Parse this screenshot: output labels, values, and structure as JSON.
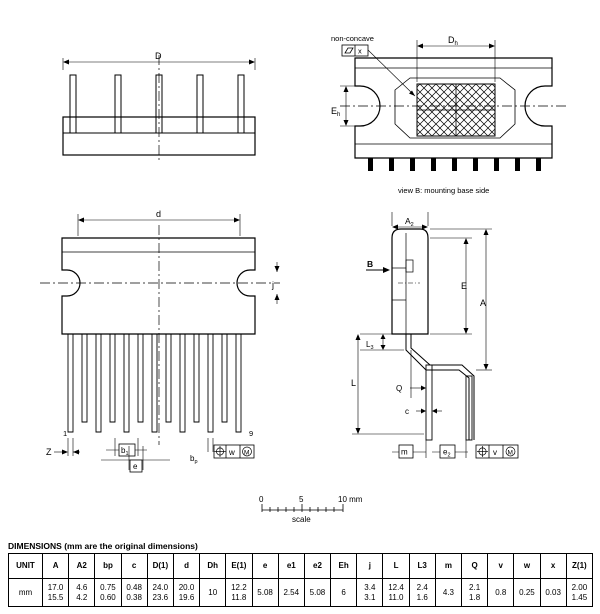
{
  "labels": {
    "D": "D",
    "Dh": "D",
    "Dh_sub": "h",
    "Eh": "E",
    "Eh_sub": "h",
    "non_concave": "non-concave",
    "x": "x",
    "view_b": "view B: mounting base side",
    "d": "d",
    "j": "j",
    "Z": "Z",
    "pin1": "1",
    "pin9": "9",
    "b1": "b",
    "b1_sub": "1",
    "e": "e",
    "bp": "b",
    "bp_sub": "p",
    "w": "w",
    "M": "M",
    "A2": "A",
    "A2_sub": "2",
    "B": "B",
    "E": "E",
    "A": "A",
    "L3": "L",
    "L3_sub": "3",
    "L": "L",
    "Q": "Q",
    "c": "c",
    "m": "m",
    "e2": "e",
    "e2_sub": "2",
    "v": "v"
  },
  "scale": {
    "ticks": [
      "0",
      "5",
      "10 mm"
    ],
    "label": "scale"
  },
  "dimensions": {
    "title": "DIMENSIONS (mm are the original dimensions)",
    "headers": [
      "UNIT",
      "A",
      "A2",
      "bp",
      "c",
      "D(1)",
      "d",
      "Dh",
      "E(1)",
      "e",
      "e1",
      "e2",
      "Eh",
      "j",
      "L",
      "L3",
      "m",
      "Q",
      "v",
      "w",
      "x",
      "Z(1)"
    ],
    "unit": "mm",
    "max": [
      "17.0",
      "4.6",
      "0.75",
      "0.48",
      "24.0",
      "20.0",
      "10",
      "12.2",
      "5.08",
      "2.54",
      "5.08",
      "6",
      "3.4",
      "12.4",
      "2.4",
      "4.3",
      "2.1",
      "0.8",
      "0.25",
      "0.03",
      "2.00"
    ],
    "min": [
      "15.5",
      "4.2",
      "0.60",
      "0.38",
      "23.6",
      "19.6",
      "",
      "11.8",
      "",
      "",
      "",
      "",
      "3.1",
      "11.0",
      "1.6",
      "",
      "1.8",
      "",
      "",
      "",
      "1.45"
    ]
  }
}
